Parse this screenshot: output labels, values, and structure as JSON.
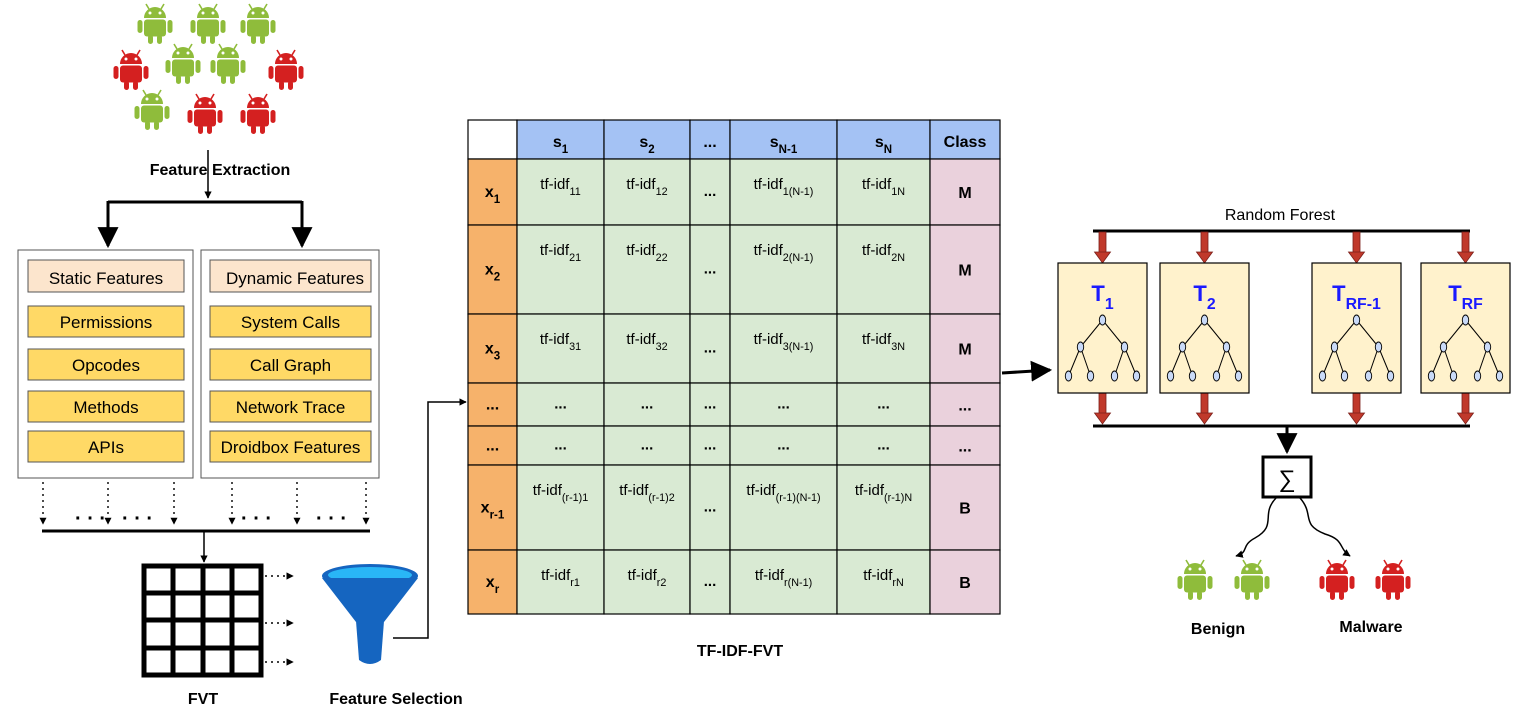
{
  "feature_extraction": {
    "label": "Feature Extraction",
    "apps": [
      {
        "kind": "android-benign"
      },
      {
        "kind": "android-benign"
      },
      {
        "kind": "android-benign"
      },
      {
        "kind": "android-malware"
      },
      {
        "kind": "android-benign"
      },
      {
        "kind": "android-benign"
      },
      {
        "kind": "android-malware"
      },
      {
        "kind": "android-benign"
      },
      {
        "kind": "android-malware"
      },
      {
        "kind": "android-malware"
      }
    ]
  },
  "static_features": {
    "title": "Static Features",
    "items": [
      "Permissions",
      "Opcodes",
      "Methods",
      "APIs"
    ]
  },
  "dynamic_features": {
    "title": "Dynamic Features",
    "items": [
      "System Calls",
      "Call Graph",
      "Network Trace",
      "Droidbox Features"
    ]
  },
  "ellipsis": "· · ·",
  "fvt": {
    "label": "FVT"
  },
  "feature_selection": {
    "label": "Feature Selection"
  },
  "tfidf_table": {
    "caption": "TF-IDF-FVT",
    "columns": [
      {
        "base": "s",
        "sub": "1"
      },
      {
        "base": "s",
        "sub": "2"
      },
      {
        "base": "...",
        "sub": ""
      },
      {
        "base": "s",
        "sub": "N-1"
      },
      {
        "base": "s",
        "sub": "N"
      },
      {
        "base": "Class",
        "sub": ""
      }
    ],
    "rows": [
      {
        "head": {
          "base": "x",
          "sub": "1"
        },
        "cells": [
          {
            "base": "tf-idf",
            "sub": "11"
          },
          {
            "base": "tf-idf",
            "sub": "12"
          },
          {
            "base": "...",
            "sub": ""
          },
          {
            "base": "tf-idf",
            "sub": "1(N-1)"
          },
          {
            "base": "tf-idf",
            "sub": "1N"
          }
        ],
        "cls": "M"
      },
      {
        "head": {
          "base": "x",
          "sub": "2"
        },
        "cells": [
          {
            "base": "tf-idf",
            "sub": "21"
          },
          {
            "base": "tf-idf",
            "sub": "22"
          },
          {
            "base": "...",
            "sub": ""
          },
          {
            "base": "tf-idf",
            "sub": "2(N-1)"
          },
          {
            "base": "tf-idf",
            "sub": "2N"
          }
        ],
        "cls": "M"
      },
      {
        "head": {
          "base": "x",
          "sub": "3"
        },
        "cells": [
          {
            "base": "tf-idf",
            "sub": "31"
          },
          {
            "base": "tf-idf",
            "sub": "32"
          },
          {
            "base": "...",
            "sub": ""
          },
          {
            "base": "tf-idf",
            "sub": "3(N-1)"
          },
          {
            "base": "tf-idf",
            "sub": "3N"
          }
        ],
        "cls": "M"
      },
      {
        "head": {
          "base": "...",
          "sub": ""
        },
        "cells": [
          {
            "base": "...",
            "sub": ""
          },
          {
            "base": "...",
            "sub": ""
          },
          {
            "base": "...",
            "sub": ""
          },
          {
            "base": "...",
            "sub": ""
          },
          {
            "base": "...",
            "sub": ""
          }
        ],
        "cls": "..."
      },
      {
        "head": {
          "base": "...",
          "sub": ""
        },
        "cells": [
          {
            "base": "...",
            "sub": ""
          },
          {
            "base": "...",
            "sub": ""
          },
          {
            "base": "...",
            "sub": ""
          },
          {
            "base": "...",
            "sub": ""
          },
          {
            "base": "...",
            "sub": ""
          }
        ],
        "cls": "..."
      },
      {
        "head": {
          "base": "x",
          "sub": "r-1"
        },
        "cells": [
          {
            "base": "tf-idf",
            "sub": "(r-1)1"
          },
          {
            "base": "tf-idf",
            "sub": "(r-1)2"
          },
          {
            "base": "...",
            "sub": ""
          },
          {
            "base": "tf-idf",
            "sub": "(r-1)(N-1)"
          },
          {
            "base": "tf-idf",
            "sub": "(r-1)N"
          }
        ],
        "cls": "B"
      },
      {
        "head": {
          "base": "x",
          "sub": "r"
        },
        "cells": [
          {
            "base": "tf-idf",
            "sub": "r1"
          },
          {
            "base": "tf-idf",
            "sub": "r2"
          },
          {
            "base": "...",
            "sub": ""
          },
          {
            "base": "tf-idf",
            "sub": "r(N-1)"
          },
          {
            "base": "tf-idf",
            "sub": "rN"
          }
        ],
        "cls": "B"
      }
    ]
  },
  "random_forest": {
    "label": "Random Forest",
    "trees": [
      {
        "base": "T",
        "sub": "1"
      },
      {
        "base": "T",
        "sub": "2"
      },
      {
        "base": "T",
        "sub": "RF-1"
      },
      {
        "base": "T",
        "sub": "RF"
      }
    ],
    "sum_symbol": "∑"
  },
  "outputs": {
    "benign": "Benign",
    "malware": "Malware"
  },
  "colors": {
    "benign_green": "#8fbc3b",
    "malware_red": "#d42020",
    "header_blue": "#a4c2f4",
    "row_orange": "#f6b26b",
    "cell_green": "#d9ead3",
    "class_pink": "#ead1dc",
    "feature_yellow": "#ffd966",
    "title_peach": "#fce5cd",
    "tree_bg": "#fff2cc",
    "tree_label_blue": "#1a1aff",
    "down_arrow_red": "#c0392b"
  }
}
